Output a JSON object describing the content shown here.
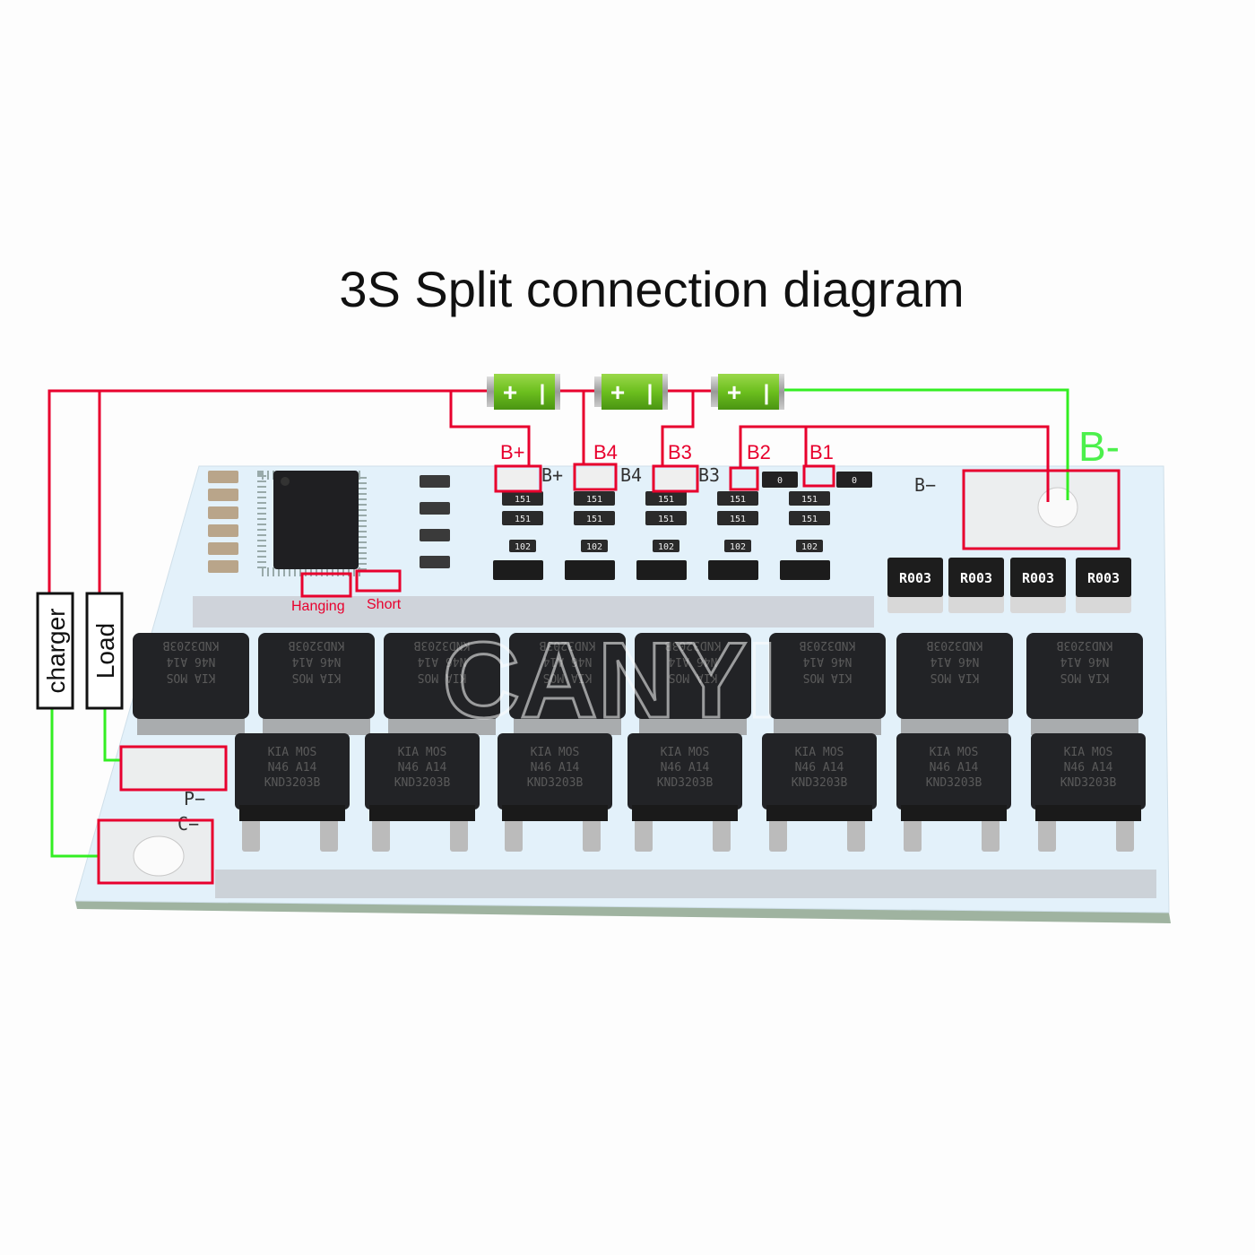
{
  "title": "3S Split connection diagram",
  "terminals": {
    "b_plus": "B+",
    "b4": "B4",
    "b3": "B3",
    "b2": "B2",
    "b1": "B1",
    "b_minus": "B-"
  },
  "jumpers": {
    "hanging": "Hanging",
    "short": "Short"
  },
  "outputs": {
    "charger": "charger",
    "load": "Load"
  },
  "silkscreen": {
    "b_plus": "B+",
    "b4": "B4",
    "b3": "B3",
    "b_minus": "B−",
    "p_minus": "P−",
    "c_minus": "C−",
    "zero_ohm": "0"
  },
  "components": {
    "shunt_label": "R003",
    "resistor_label": "151",
    "resistor2_label": "102",
    "mosfet_lines": [
      "KIA   MOS",
      "N46   A14",
      "KND3203B"
    ]
  },
  "battery_symbol": {
    "plus": "+",
    "minus": "|"
  },
  "watermark": "CANYI",
  "colors": {
    "wire_positive": "#e8002d",
    "wire_negative": "#33ee22",
    "battery": "#6cbf1e",
    "board": "#e3f1fa"
  }
}
